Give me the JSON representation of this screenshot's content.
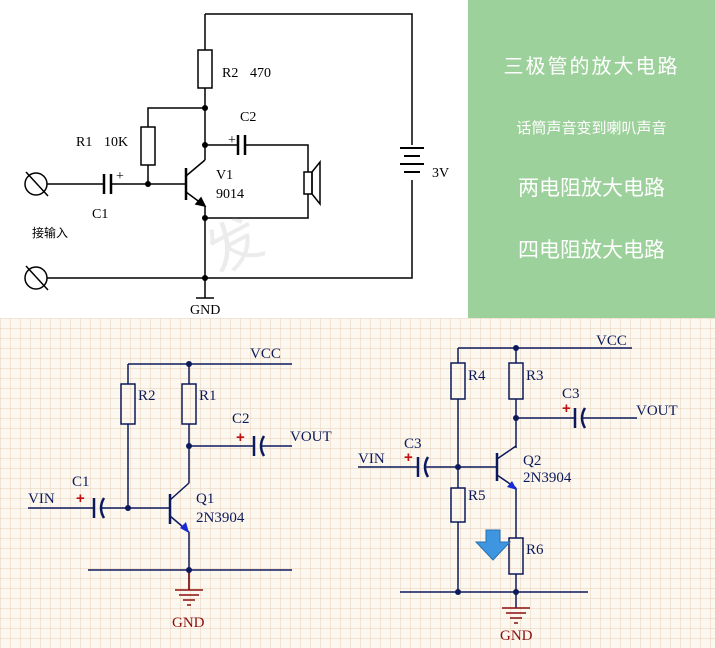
{
  "side_panel": {
    "title": "三极管的放大电路",
    "subtitle": "话筒声音变到喇叭声音",
    "item1": "两电阻放大电路",
    "item2": "四电阻放大电路",
    "background_color": "#9dd19b"
  },
  "top_circuit": {
    "r1": "R1",
    "r1_value": "10K",
    "r2": "R2",
    "r2_value": "470",
    "c1": "C1",
    "c2": "C2",
    "v1": "V1",
    "v1_model": "9014",
    "battery": "3V",
    "input_label": "接输入",
    "gnd": "GND",
    "plus": "+"
  },
  "left_circuit": {
    "vcc": "VCC",
    "r1": "R1",
    "r2": "R2",
    "c1": "C1",
    "c2": "C2",
    "vin": "VIN",
    "vout": "VOUT",
    "q1": "Q1",
    "q1_model": "2N3904",
    "gnd": "GND",
    "plus": "+"
  },
  "right_circuit": {
    "vcc": "VCC",
    "r3": "R3",
    "r4": "R4",
    "r5": "R5",
    "r6": "R6",
    "c3_in": "C3",
    "c3_out": "C3",
    "vin": "VIN",
    "vout": "VOUT",
    "q2": "Q2",
    "q2_model": "2N3904",
    "gnd": "GND",
    "plus": "+"
  },
  "watermark": "发"
}
